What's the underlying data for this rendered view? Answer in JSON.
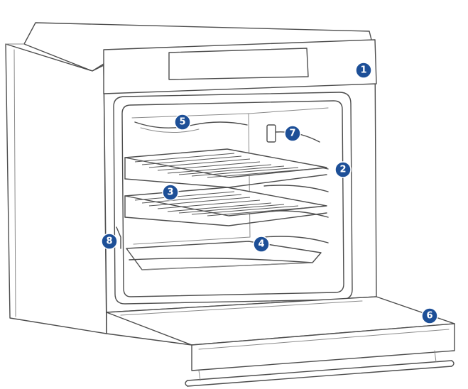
{
  "markers": [
    {
      "id": "control-panel",
      "label": "1"
    },
    {
      "id": "side-rail",
      "label": "2"
    },
    {
      "id": "wire-shelves",
      "label": "3"
    },
    {
      "id": "baking-tray",
      "label": "4"
    },
    {
      "id": "top-heating-element",
      "label": "5"
    },
    {
      "id": "door",
      "label": "6"
    },
    {
      "id": "light",
      "label": "7"
    },
    {
      "id": "door-hinge",
      "label": "8"
    }
  ],
  "colors": {
    "marker_fill": "#1d4f97",
    "marker_text": "#ffffff",
    "line": "#4d4d4d"
  }
}
